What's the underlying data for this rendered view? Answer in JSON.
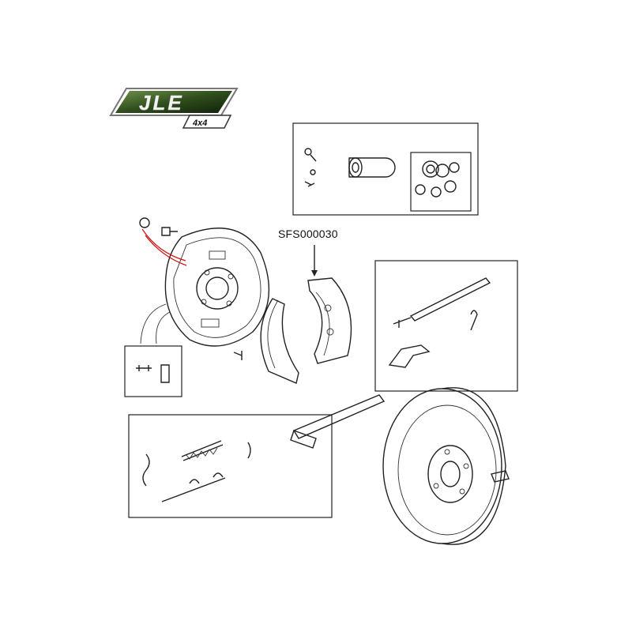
{
  "logo": {
    "brand": "JLE",
    "sub": "4x4",
    "color": "#2f4d1c"
  },
  "diagram": {
    "part_reference": "SFS000030",
    "highlight_color": "#d01010"
  }
}
